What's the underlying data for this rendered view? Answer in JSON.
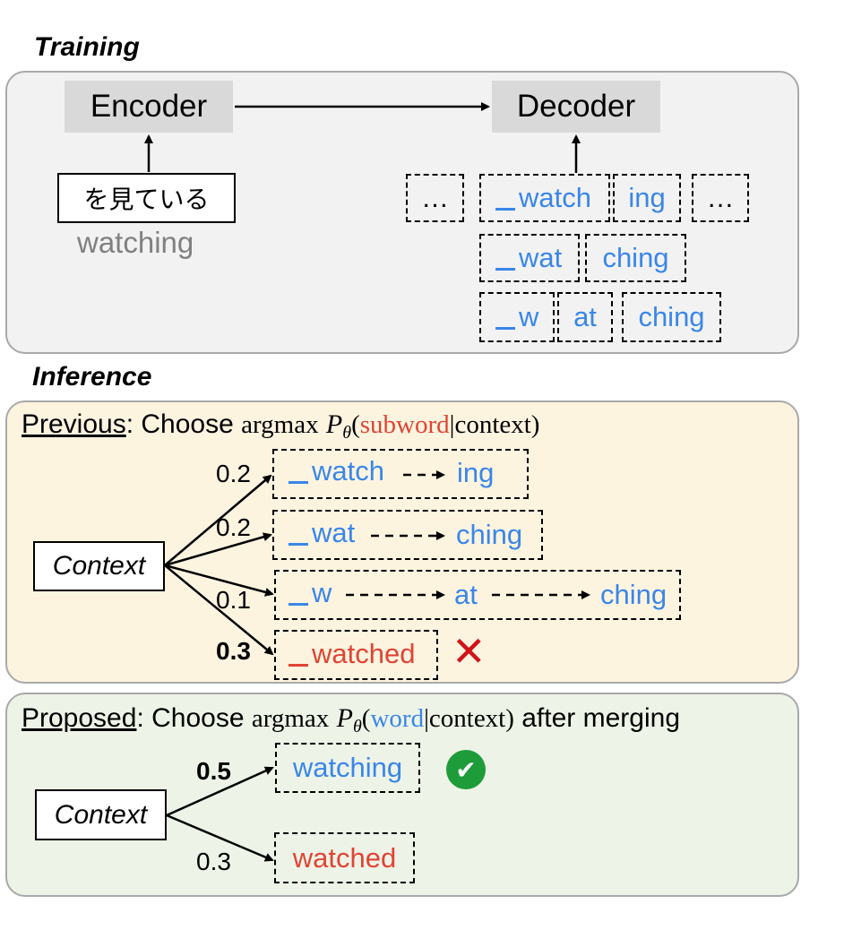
{
  "training": {
    "title": "Training",
    "encoder_label": "Encoder",
    "decoder_label": "Decoder",
    "source_text": "を見ている",
    "source_gloss": "watching",
    "segment_rows": [
      [
        "…",
        "watch",
        "ing",
        "…"
      ],
      [
        "wat",
        "ching"
      ],
      [
        "w",
        "at",
        "ching"
      ]
    ]
  },
  "inference": {
    "title": "Inference",
    "previous": {
      "label": "Previous",
      "choose": "Choose",
      "argmax": "argmax",
      "p": "P",
      "theta": "θ",
      "open": "(",
      "target": "subword",
      "bar_context": "|context)",
      "context_label": "Context",
      "branches": [
        {
          "prob": "0.2",
          "tokens": [
            "watch",
            "ing"
          ]
        },
        {
          "prob": "0.2",
          "tokens": [
            "wat",
            "ching"
          ]
        },
        {
          "prob": "0.1",
          "tokens": [
            "w",
            "at",
            "ching"
          ]
        },
        {
          "prob": "0.3",
          "tokens": [
            "watched"
          ]
        }
      ],
      "wrong_mark": "✕"
    },
    "proposed": {
      "label": "Proposed",
      "choose": "Choose",
      "argmax": "argmax",
      "p": "P",
      "theta": "θ",
      "open": "(",
      "target": "word",
      "bar_context": "|context)",
      "after": "after merging",
      "context_label": "Context",
      "branches": [
        {
          "prob": "0.5",
          "word": "watching"
        },
        {
          "prob": "0.3",
          "word": "watched"
        }
      ],
      "check_mark": "✔"
    }
  },
  "colors": {
    "blue": "#3a86e8",
    "red": "#e04434",
    "green_check": "#1e9c3a",
    "wrong": "#d0141b"
  }
}
